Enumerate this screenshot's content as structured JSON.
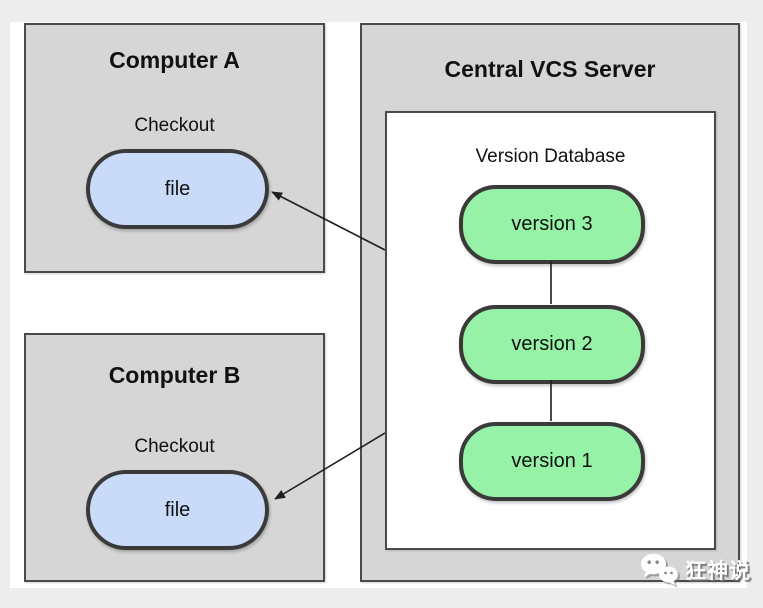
{
  "colors": {
    "page_bg": "#ededed",
    "canvas_bg": "#ffffff",
    "box_fill": "#d6d6d6",
    "box_border": "#4a4a4a",
    "file_fill": "#c9dbf8",
    "version_fill": "#95f2a7",
    "pill_border": "#3a3a3a",
    "line_color": "#1f1f1f",
    "text_color": "#111111",
    "watermark_color": "#ffffff"
  },
  "diagram": {
    "computer_a": {
      "title": "Computer A",
      "checkout_label": "Checkout",
      "file_label": "file"
    },
    "computer_b": {
      "title": "Computer B",
      "checkout_label": "Checkout",
      "file_label": "file"
    },
    "server": {
      "title": "Central VCS Server",
      "database": {
        "title": "Version Database",
        "versions": [
          {
            "label": "version 3"
          },
          {
            "label": "version 2"
          },
          {
            "label": "version 1"
          }
        ]
      }
    }
  },
  "watermark": {
    "label": "狂神说",
    "icon": "wechat-chat-bubbles-icon"
  }
}
